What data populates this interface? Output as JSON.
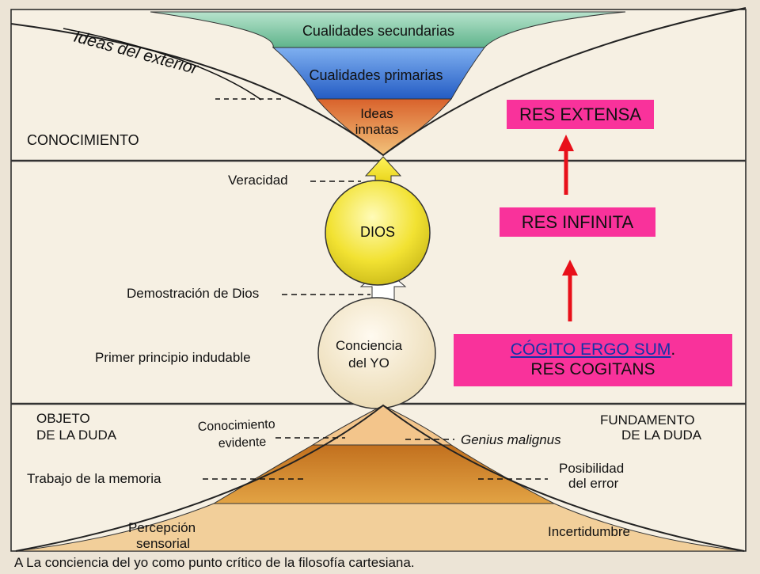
{
  "diagram": {
    "caption": "A  La conciencia del yo como punto crítico de la filosofía cartesiana.",
    "top_left_curve_label": "Ideas del exterior",
    "sections": {
      "conocimiento": "CONOCIMIENTO",
      "objeto_l1": "OBJETO",
      "objeto_l2": "DE LA DUDA",
      "fundamento_l1": "FUNDAMENTO",
      "fundamento_l2": "DE LA DUDA"
    },
    "funnel_top": {
      "secundarias": "Cualidades secundarias",
      "primarias": "Cualidades primarias",
      "innatas_l1": "Ideas",
      "innatas_l2": "innatas"
    },
    "circles": {
      "dios": "DIOS",
      "yo_l1": "Conciencia",
      "yo_l2": "del YO"
    },
    "labels": {
      "veracidad": "Veracidad",
      "demostracion": "Demostración de Dios",
      "primer_principio": "Primer principio indudable",
      "conocimiento_l1": "Conocimiento",
      "conocimiento_l2": "evidente",
      "genius": "Genius malignus",
      "trabajo": "Trabajo de la memoria",
      "posibilidad_l1": "Posibilidad",
      "posibilidad_l2": "del error",
      "percepcion_l1": "Percepción",
      "percepcion_l2": "sensorial",
      "incertidumbre": "Incertidumbre"
    }
  },
  "overlay": {
    "res_extensa": "RES EXTENSA",
    "res_infinita": "RES INFINITA",
    "cogito_link": "CÓGITO ERGO SUM",
    "cogito_period": ".",
    "res_cogitans": "RES COGITANS"
  },
  "colors": {
    "highlight_pink": "#f9329b",
    "arrow_red": "#e8101a",
    "circle_yellow": "#f4e63a",
    "band_green": "#7fc7a5",
    "band_blue": "#2f6fd0",
    "band_orange": "#e48a3a"
  }
}
